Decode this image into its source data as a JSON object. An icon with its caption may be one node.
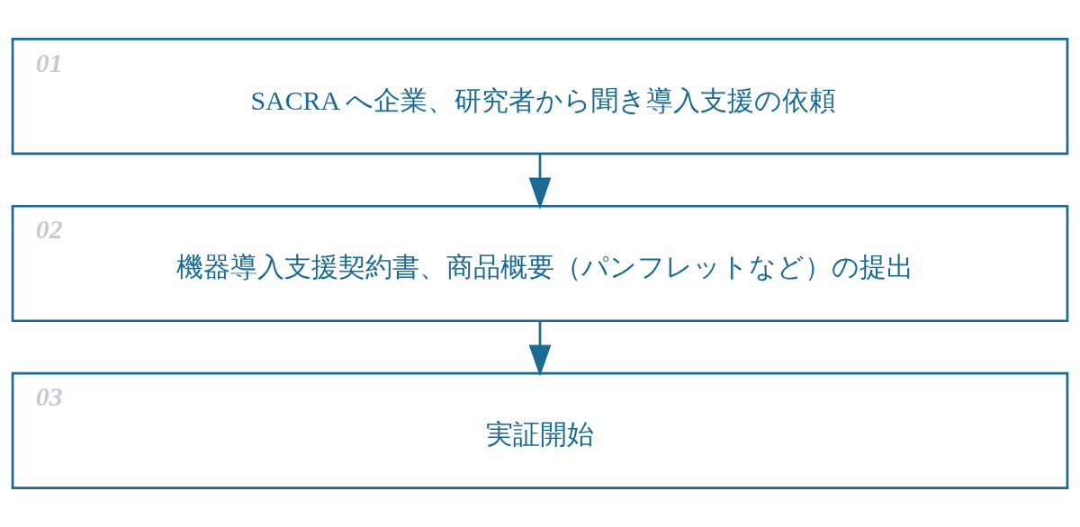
{
  "diagram": {
    "nodes": [
      {
        "text": [
          "01",
          "SACRA へ企業、研究者から聞き導入支援の依頼"
        ]
      },
      {
        "text": [
          "02",
          "機器導入支援契約書、商品概要（パンフレットなど）の提出"
        ]
      },
      {
        "text": [
          "03",
          "実証開始"
        ]
      }
    ],
    "edges": [
      {
        "from": 0,
        "to": 1,
        "arrow": "to"
      },
      {
        "from": 1,
        "to": 2,
        "arrow": "to"
      }
    ]
  }
}
